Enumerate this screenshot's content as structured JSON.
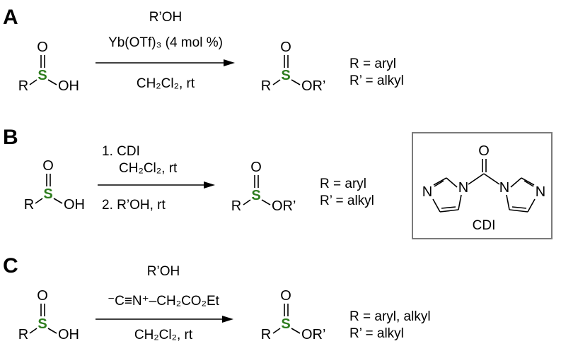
{
  "panels": [
    {
      "label": "A",
      "reactant": {
        "o": "O",
        "s": "S",
        "r": "R",
        "tail": "OH"
      },
      "conditions_above": [
        "R’OH",
        "Yb(OTf)₃ (4 mol %)"
      ],
      "conditions_below": [
        "CH₂Cl₂, rt"
      ],
      "product": {
        "o": "O",
        "s": "S",
        "r": "R",
        "tail": "OR’"
      },
      "notes": [
        "R = aryl",
        "R’ = alkyl"
      ]
    },
    {
      "label": "B",
      "reactant": {
        "o": "O",
        "s": "S",
        "r": "R",
        "tail": "OH"
      },
      "conditions_above": [
        "1. CDI",
        "CH₂Cl₂, rt"
      ],
      "conditions_below": [
        "2. R’OH, rt"
      ],
      "product": {
        "o": "O",
        "s": "S",
        "r": "R",
        "tail": "OR’"
      },
      "notes": [
        "R = aryl",
        "R’ = alkyl"
      ]
    },
    {
      "label": "C",
      "reactant": {
        "o": "O",
        "s": "S",
        "r": "R",
        "tail": "OH"
      },
      "conditions_above": [
        "R’OH",
        "⁻C≡N⁺–CH₂CO₂Et"
      ],
      "conditions_below": [
        "CH₂Cl₂, rt"
      ],
      "product": {
        "o": "O",
        "s": "S",
        "r": "R",
        "tail": "OR’"
      },
      "notes": [
        "R = aryl, alkyl",
        "R’ = alkyl"
      ]
    }
  ],
  "cdi_box": {
    "caption": "CDI",
    "atoms": {
      "o": "O",
      "n_left_ring": "N",
      "n_left_outer": "N",
      "n_right_ring": "N",
      "n_right_outer": "N"
    }
  },
  "colors": {
    "sulfur": "#2e7d1e",
    "box_border": "#7a7a7a"
  }
}
